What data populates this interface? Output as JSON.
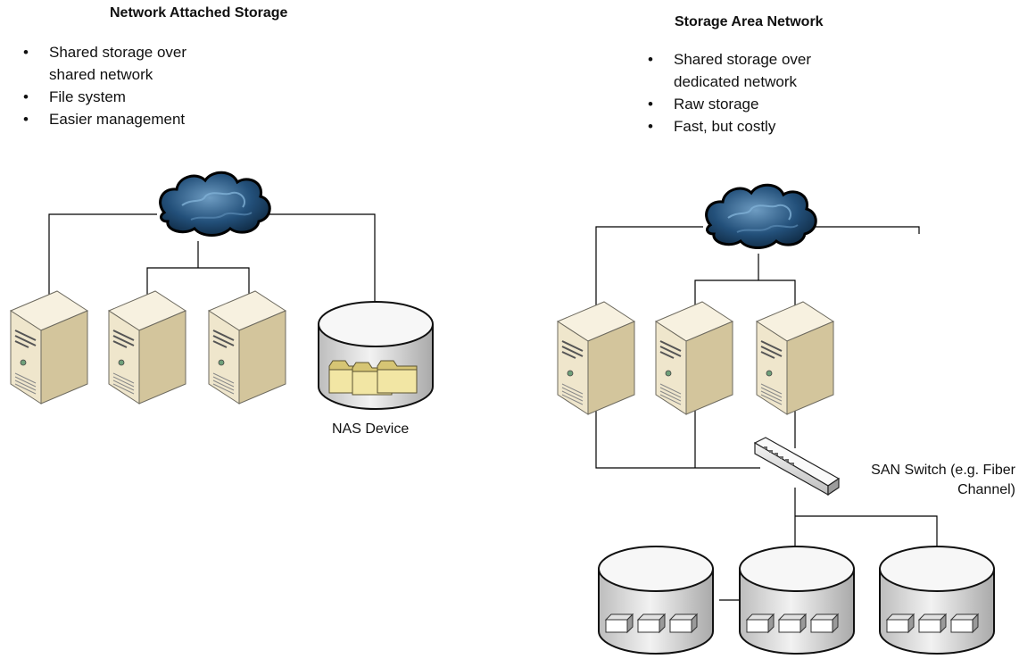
{
  "nas": {
    "title": "Network Attached Storage",
    "bullets": [
      "Shared storage over shared network",
      "File system",
      "Easier management"
    ],
    "device_label": "NAS Device"
  },
  "san": {
    "title": "Storage Area Network",
    "bullets": [
      "Shared storage over dedicated network",
      "Raw storage",
      "Fast, but costly"
    ],
    "switch_label": "SAN Switch (e.g. Fiber Channel)"
  },
  "colors": {
    "line": "#000000",
    "server_front": "#efe6cc",
    "server_side": "#d7caa3",
    "server_top": "#f7f1e0",
    "cloud_dark": "#0d2b45",
    "cloud_light": "#4f7fa6",
    "disk_fill": "#e4e4e4",
    "disk_top": "#f8f8f8",
    "folder": "#f0e3a0"
  },
  "icons": [
    "cloud-icon",
    "server-icon",
    "nas-disk-icon",
    "folder-icon",
    "san-switch-icon",
    "storage-disk-icon"
  ]
}
